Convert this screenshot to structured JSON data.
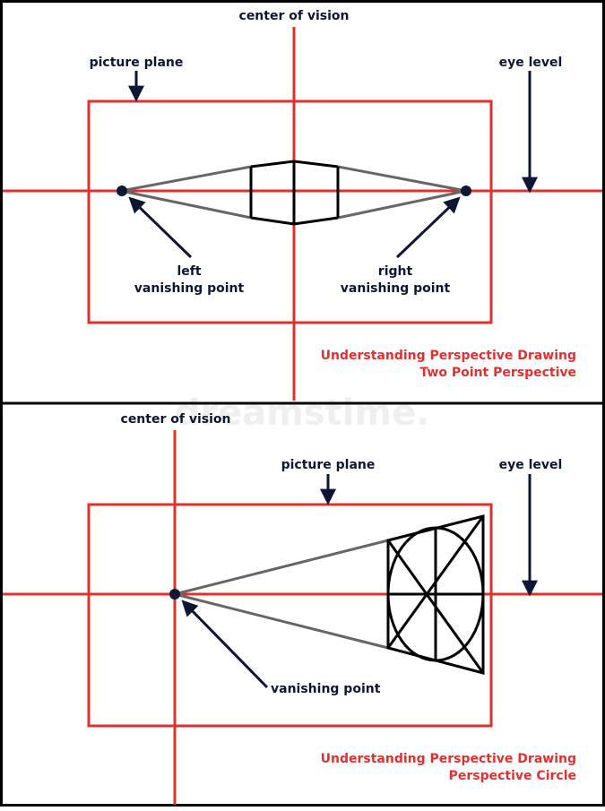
{
  "colors": {
    "red": "#e03030",
    "navy": "#0d1633",
    "gray": "#666666",
    "black": "#000000"
  },
  "watermark": "dreamstime.",
  "panel_top": {
    "center_of_vision": "center of vision",
    "picture_plane": "picture plane",
    "eye_level": "eye level",
    "left_vp_line1": "left",
    "left_vp_line2": "vanishing point",
    "right_vp_line1": "right",
    "right_vp_line2": "vanishing point",
    "title_line1": "Understanding Perspective Drawing",
    "title_line2": "Two Point Perspective"
  },
  "panel_bottom": {
    "center_of_vision": "center of vision",
    "picture_plane": "picture plane",
    "eye_level": "eye level",
    "vanishing_point": "vanishing point",
    "title_line1": "Understanding Perspective Drawing",
    "title_line2": "Perspective Circle"
  }
}
